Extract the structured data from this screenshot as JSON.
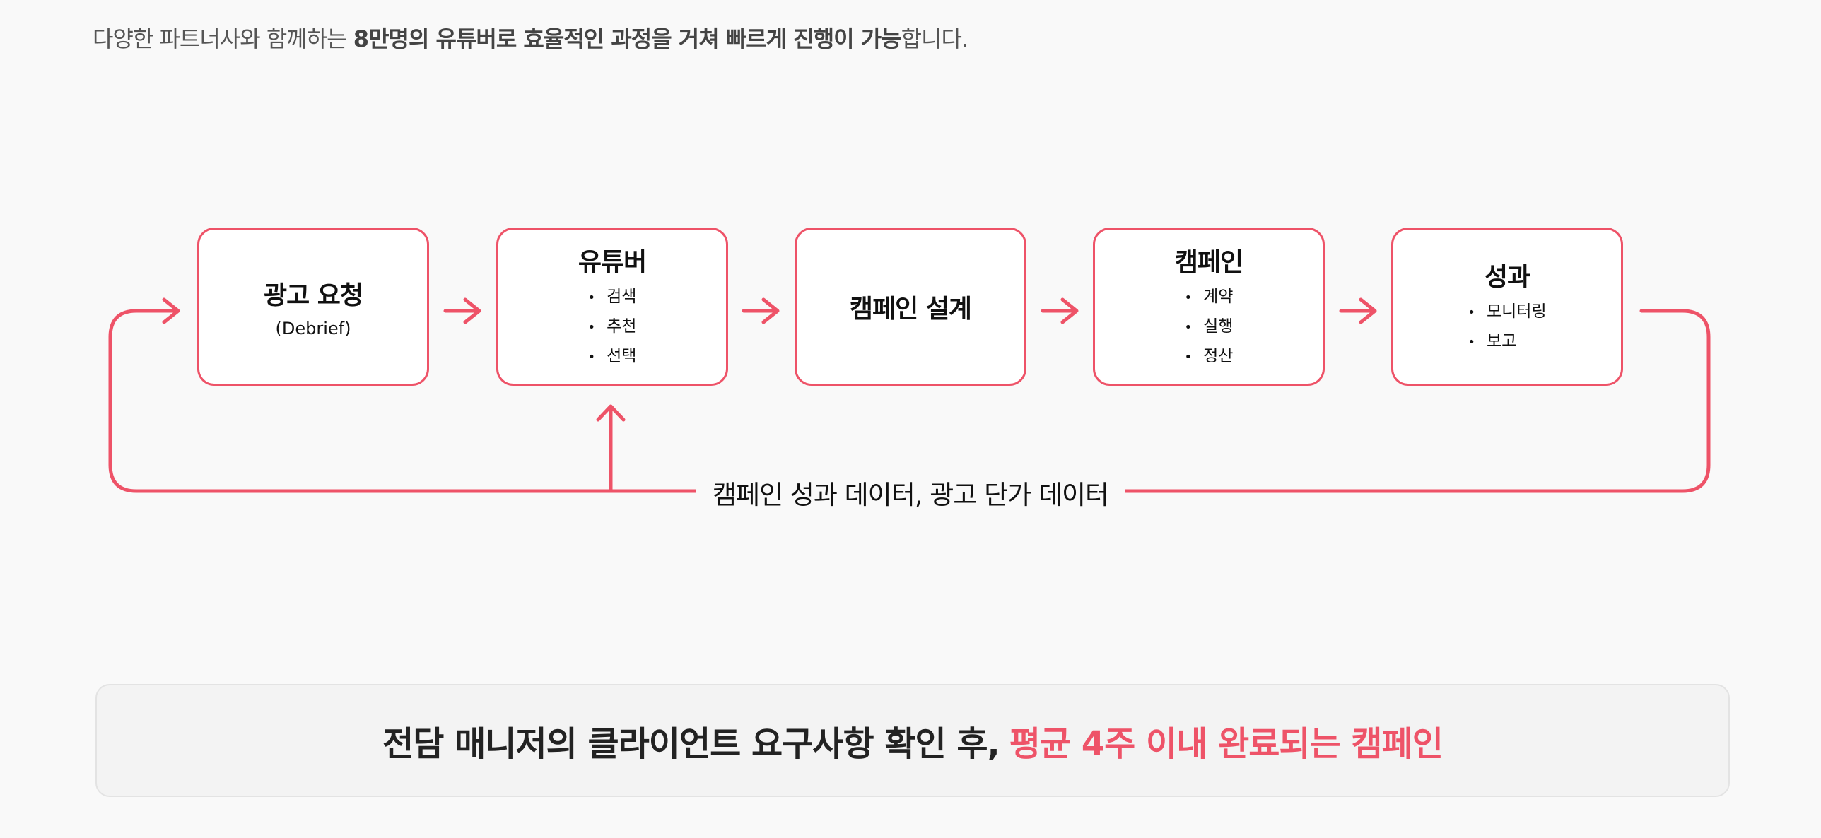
{
  "intro": {
    "prefix": "다양한 파트너사와 함께하는 ",
    "bold1": "8만명의 유튜버로 효율적인 과정을 거쳐 빠르게 진행이 가능",
    "suffix": "합니다."
  },
  "steps": [
    {
      "title": "광고 요청",
      "sub": "(Debrief)"
    },
    {
      "title": "유튜버",
      "items": [
        "검색",
        "추천",
        "선택"
      ]
    },
    {
      "title": "캠페인 설계"
    },
    {
      "title": "캠페인",
      "items": [
        "계약",
        "실행",
        "정산"
      ]
    },
    {
      "title": "성과",
      "items": [
        "모니터링",
        "보고"
      ]
    }
  ],
  "feedback_label": "캠페인 성과 데이터, 광고 단가 데이터",
  "summary": {
    "main": "전담 매니저의 클라이언트 요구사항 확인 후,",
    "highlight": "평균 4주 이내 완료되는 캠페인"
  },
  "colors": {
    "accent": "#ee5368",
    "background": "#f9f9f9"
  }
}
